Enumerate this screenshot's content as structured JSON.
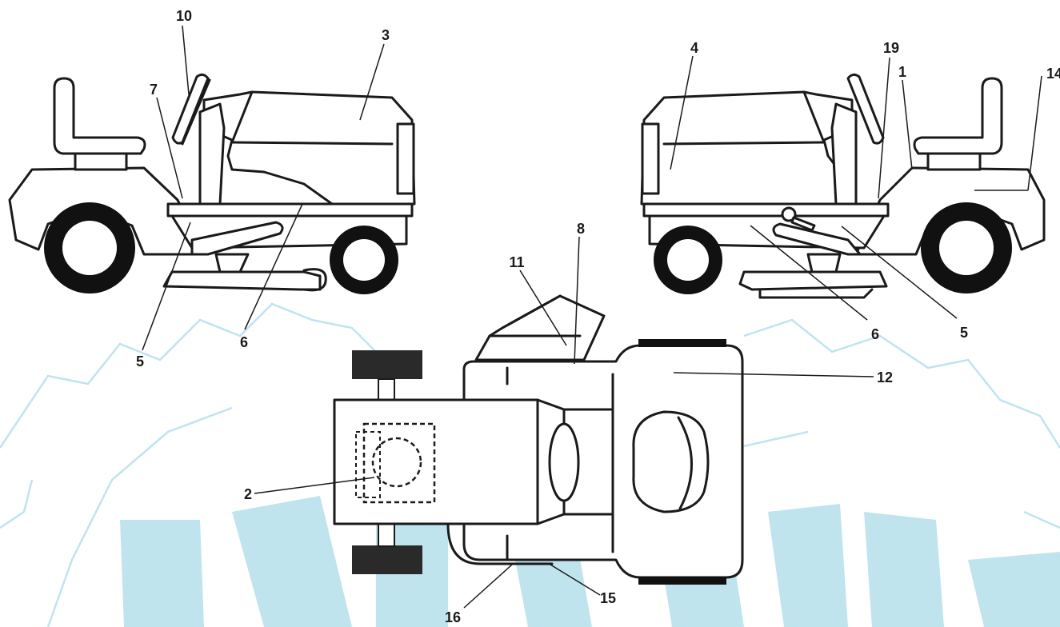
{
  "watermark_color": "#bfe4ee",
  "line_color": "#1a1a1a",
  "callouts": {
    "left": {
      "c10": "10",
      "c3": "3",
      "c7": "7",
      "c5": "5",
      "c6": "6"
    },
    "right": {
      "c4": "4",
      "c19": "19",
      "c1": "1",
      "c14": "14",
      "c6": "6",
      "c5": "5"
    },
    "top": {
      "c8": "8",
      "c11": "11",
      "c12": "12",
      "c2": "2",
      "c16": "16",
      "c15": "15"
    }
  }
}
